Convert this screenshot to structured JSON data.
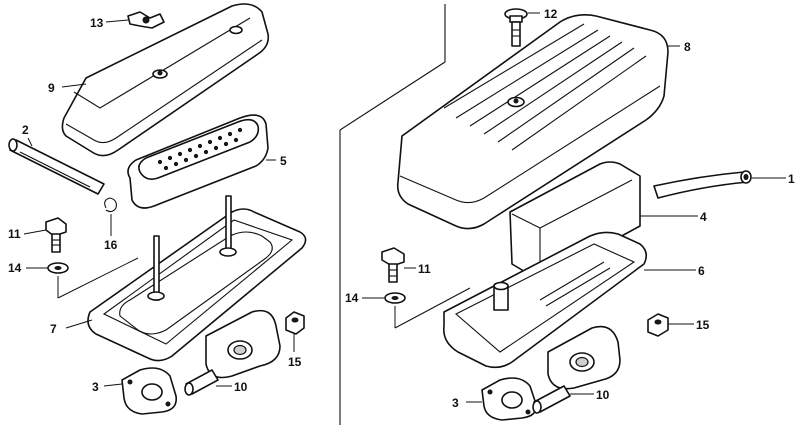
{
  "left_assembly": {
    "callouts": {
      "p13": "13",
      "p9": "9",
      "p2": "2",
      "p5": "5",
      "p11": "11",
      "p16": "16",
      "p14": "14",
      "p7": "7",
      "p15": "15",
      "p3": "3",
      "p10": "10"
    }
  },
  "right_assembly": {
    "callouts": {
      "p12": "12",
      "p8": "8",
      "p1": "1",
      "p4": "4",
      "p11": "11",
      "p6": "6",
      "p14": "14",
      "p15": "15",
      "p3": "3",
      "p10": "10"
    }
  }
}
